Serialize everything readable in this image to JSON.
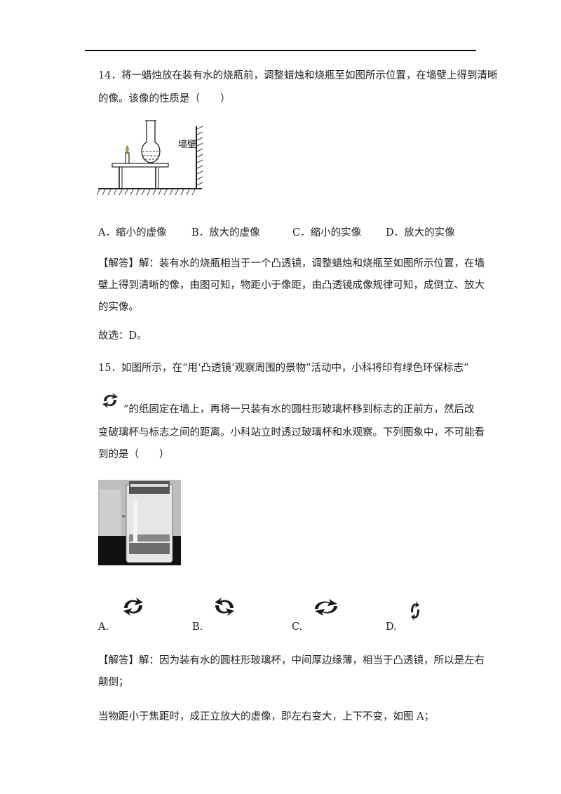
{
  "q14": {
    "stem_line1": "14．将一蜡烛放在装有水的烧瓶前，调整蜡烛和烧瓶至如图所示位置，在墙壁上得到清晰",
    "stem_line2": "的像。该像的性质是（　　）",
    "figure_wall_label": "墙壁",
    "options": [
      {
        "label": "A．缩小的虚像"
      },
      {
        "label": "B．放大的虚像"
      },
      {
        "label": "C．缩小的实像"
      },
      {
        "label": "D．放大的实像"
      }
    ],
    "answer_line1": "【解答】解：装有水的烧瓶相当于一个凸透镜，调整蜡烛和烧瓶至如图所示位置，在墙",
    "answer_line2": "壁上得到清晰的像，由图可知，物距小于像距，由凸透镜成像规律可知，成倒立、放大",
    "answer_line3": "的实像。",
    "choice": "故选：D。"
  },
  "q15": {
    "stem_line1": "15．如图所示，在“用‘凸透镜’观察周围的景物”活动中，小科将印有绿色环保标志”",
    "stem_line2": "”的纸固定在墙上，再将一只装有水的圆柱形玻璃杯移到标志的正前方，然后改",
    "stem_line3": "变破璃杯与标志之间的距离。小科站立时透过玻璃杯和水观察。下列图象中，不可能看",
    "stem_line4": "到的是（　　）",
    "options": [
      {
        "label": "A."
      },
      {
        "label": "B."
      },
      {
        "label": "C."
      },
      {
        "label": "D."
      }
    ],
    "answer_line1": "【解答】解：因为装有水的圆柱形玻璃杯，中间厚边缘薄，相当于凸透镜，所以是左右",
    "answer_line2": "颠倒；",
    "answer_line3": "当物距小于焦距时，成正立放大的虚像，即左右变大，上下不变，如图 A；"
  }
}
